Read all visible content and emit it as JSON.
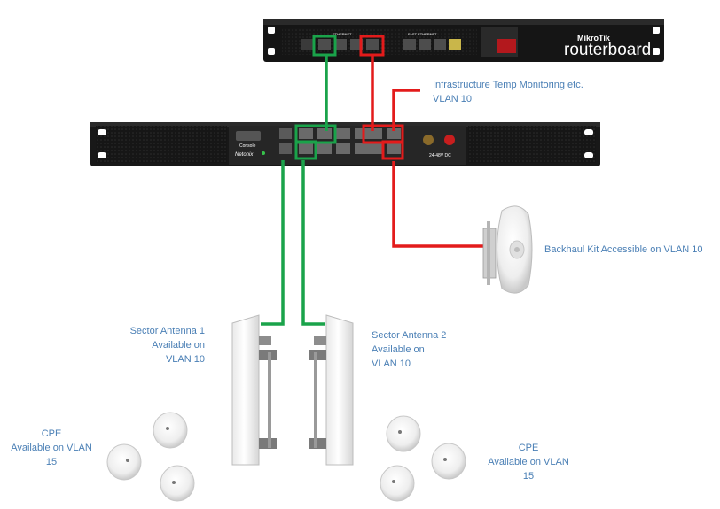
{
  "router": {
    "brand_small": "MikroTik",
    "brand_large": "routerboard",
    "ports_left_label": "ETHERNET",
    "ports_right_label": "FAST ETHERNET"
  },
  "switch": {
    "brand": "Netonix",
    "console_label": "Console",
    "power_label": "24-48V DC"
  },
  "labels": {
    "infrastructure": [
      "Infrastructure Temp Monitoring etc.",
      "VLAN 10"
    ],
    "backhaul": [
      "Backhaul Kit Accessible on VLAN 10"
    ],
    "sector1": [
      "Sector Antenna 1",
      "Available on",
      "VLAN 10"
    ],
    "sector2": [
      "Sector Antenna 2",
      "Available on",
      "VLAN 10"
    ],
    "cpe_left": [
      "CPE",
      "Available on VLAN",
      "15"
    ],
    "cpe_right": [
      "CPE",
      "Available on VLAN",
      "15"
    ]
  },
  "colors": {
    "green": "#1aa34a",
    "red": "#e31b1b",
    "label": "#4a7fb5",
    "device": "#1e1e1e"
  }
}
